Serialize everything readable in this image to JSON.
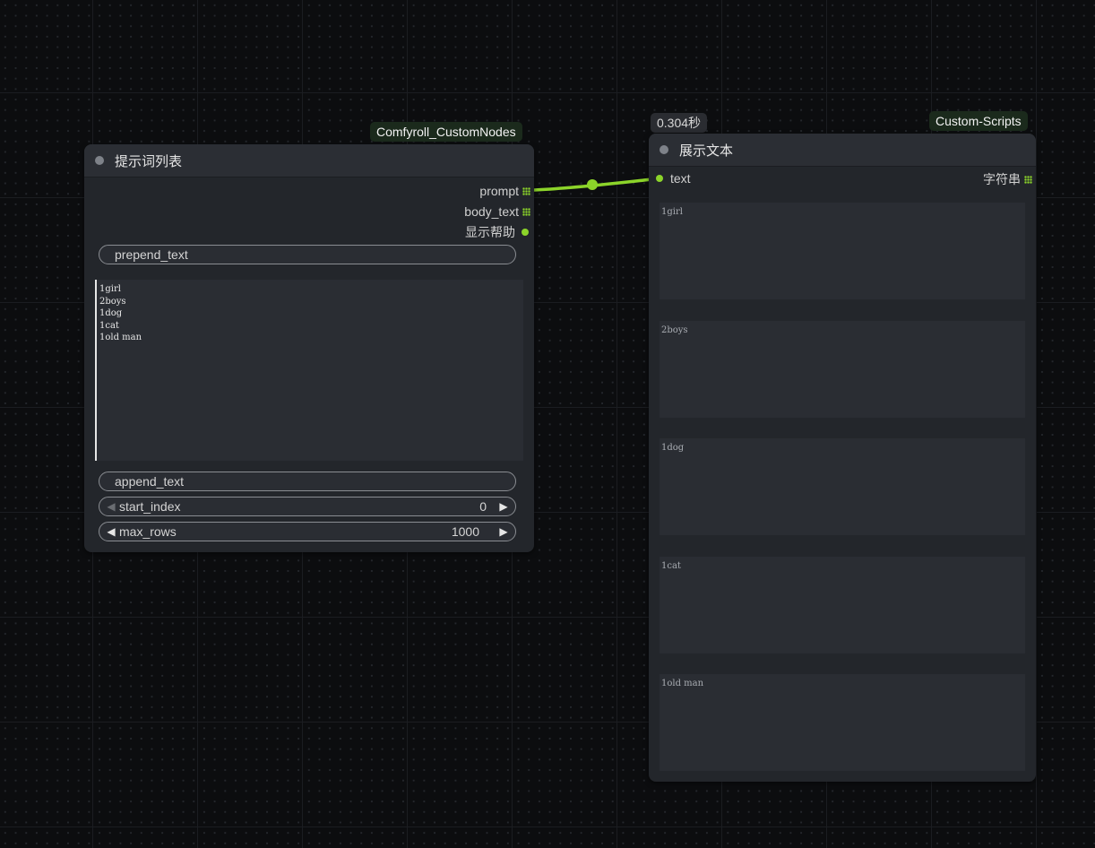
{
  "list_node": {
    "source_badge": "Comfyroll_CustomNodes",
    "title": "提示词列表",
    "outputs": [
      "prompt",
      "body_text",
      "显示帮助"
    ],
    "prepend_label": "prepend_text",
    "text_lines": "1girl\n2boys\n1dog\n1cat\n1old man",
    "append_label": "append_text",
    "start_index": {
      "name": "start_index",
      "value": "0"
    },
    "max_rows": {
      "name": "max_rows",
      "value": "1000"
    }
  },
  "display_node": {
    "time_badge": "0.304秒",
    "source_badge": "Custom-Scripts",
    "title": "展示文本",
    "input_label": "text",
    "output_label": "字符串",
    "items": [
      "1girl",
      "2boys",
      "1dog",
      "1cat",
      "1old man"
    ]
  },
  "colors": {
    "link": "#8cd42a",
    "canvas": "#0c0d0f",
    "node": "#23262b"
  }
}
